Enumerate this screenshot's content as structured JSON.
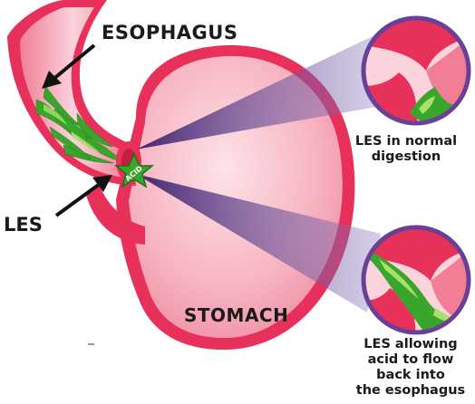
{
  "labels": {
    "esophagus": "ESOPHAGUS",
    "les": "LES",
    "stomach": "STOMACH",
    "acid": "ACID"
  },
  "captions": {
    "normal": [
      "LES in normal",
      "digestion"
    ],
    "reflux": [
      "LES allowing",
      "acid to flow",
      "back into",
      "the esophagus"
    ]
  },
  "colors": {
    "organ_outer": "#e8315a",
    "organ_fill": "#f7a9b8",
    "organ_highlight": "#fde3e8",
    "beam": "#5a3a8c",
    "circle_border": "#6a3f96",
    "acid_green": "#3aa52b",
    "acid_light": "#a8e06a"
  }
}
